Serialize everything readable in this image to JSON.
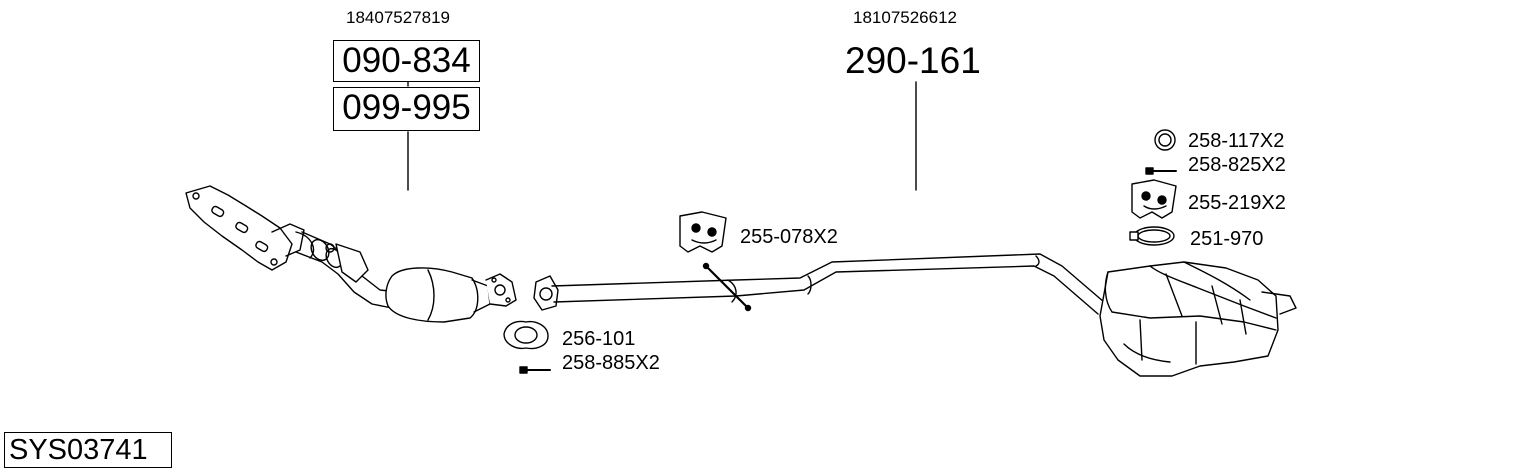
{
  "parts": {
    "front": {
      "oe_number": "18407527819",
      "part_numbers": [
        "090-834",
        "099-995"
      ]
    },
    "rear": {
      "oe_number": "18107526612",
      "part_number": "290-161"
    }
  },
  "accessories": [
    {
      "label": "255-078X2",
      "icon": "rubber-hanger-icon"
    },
    {
      "label": "256-101",
      "icon": "gasket-icon"
    },
    {
      "label": "258-885X2",
      "icon": "bolt-icon"
    },
    {
      "label": "258-117X2",
      "icon": "ring-icon"
    },
    {
      "label": "258-825X2",
      "icon": "bolt-icon"
    },
    {
      "label": "255-219X2",
      "icon": "rubber-hanger-icon"
    },
    {
      "label": "251-970",
      "icon": "clamp-icon"
    }
  ],
  "system_code": "SYS03741"
}
